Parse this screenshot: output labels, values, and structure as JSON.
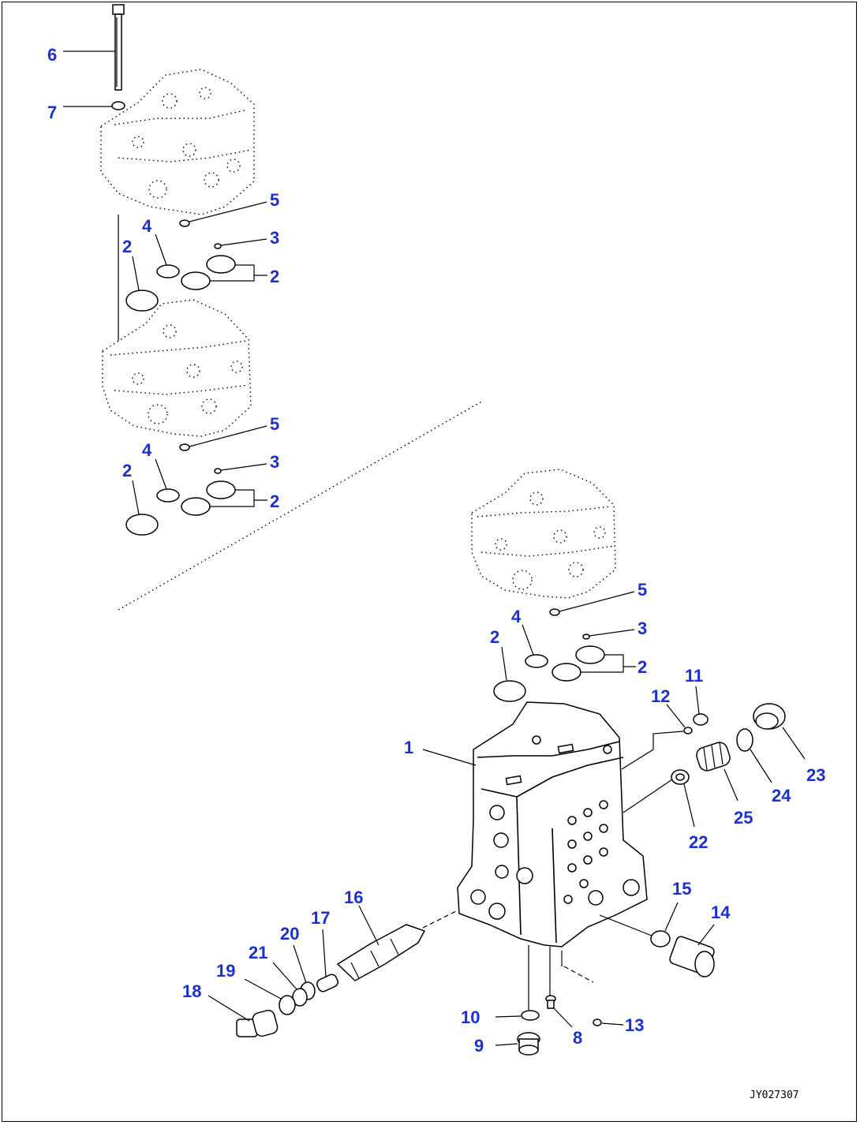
{
  "drawing_code": "JY027307",
  "callouts": [
    {
      "label": "6"
    },
    {
      "label": "7"
    },
    {
      "label": "5"
    },
    {
      "label": "4"
    },
    {
      "label": "3"
    },
    {
      "label": "2"
    },
    {
      "label": "2"
    },
    {
      "label": "5"
    },
    {
      "label": "4"
    },
    {
      "label": "3"
    },
    {
      "label": "2"
    },
    {
      "label": "2"
    },
    {
      "label": "5"
    },
    {
      "label": "4"
    },
    {
      "label": "3"
    },
    {
      "label": "2"
    },
    {
      "label": "2"
    },
    {
      "label": "1"
    },
    {
      "label": "11"
    },
    {
      "label": "12"
    },
    {
      "label": "23"
    },
    {
      "label": "24"
    },
    {
      "label": "25"
    },
    {
      "label": "22"
    },
    {
      "label": "15"
    },
    {
      "label": "14"
    },
    {
      "label": "16"
    },
    {
      "label": "17"
    },
    {
      "label": "20"
    },
    {
      "label": "21"
    },
    {
      "label": "19"
    },
    {
      "label": "18"
    },
    {
      "label": "10"
    },
    {
      "label": "8"
    },
    {
      "label": "13"
    },
    {
      "label": "9"
    }
  ]
}
